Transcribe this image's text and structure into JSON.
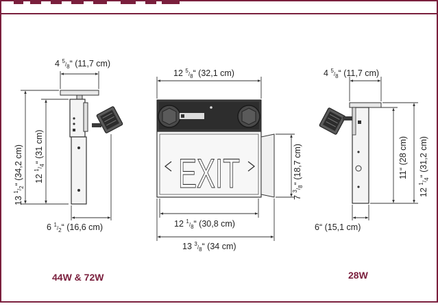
{
  "colors": {
    "border": "#7a1f3d",
    "label": "#7a1f3d",
    "line": "#333333",
    "fixture_dark": "#2a2a2a",
    "fixture_body": "#f2f2f2"
  },
  "left_view": {
    "top_width": "(11,7 cm)",
    "height_total": "(34,2 cm)",
    "height_inner": "(31 cm)",
    "bottom_width": "(16,6 cm)",
    "caption": "44W & 72W"
  },
  "center_view": {
    "sign_text": "EXIT",
    "top_width": "(32,1 cm)",
    "depth": "(18,7 cm)",
    "inner_width": "(30,8 cm)",
    "outer_width": "(34 cm)"
  },
  "right_view": {
    "top_width": "(11,7 cm)",
    "height_inner": "(28 cm)",
    "height_total": "(31,2 cm)",
    "bottom_width": "(15,1 cm)",
    "caption": "28W"
  }
}
